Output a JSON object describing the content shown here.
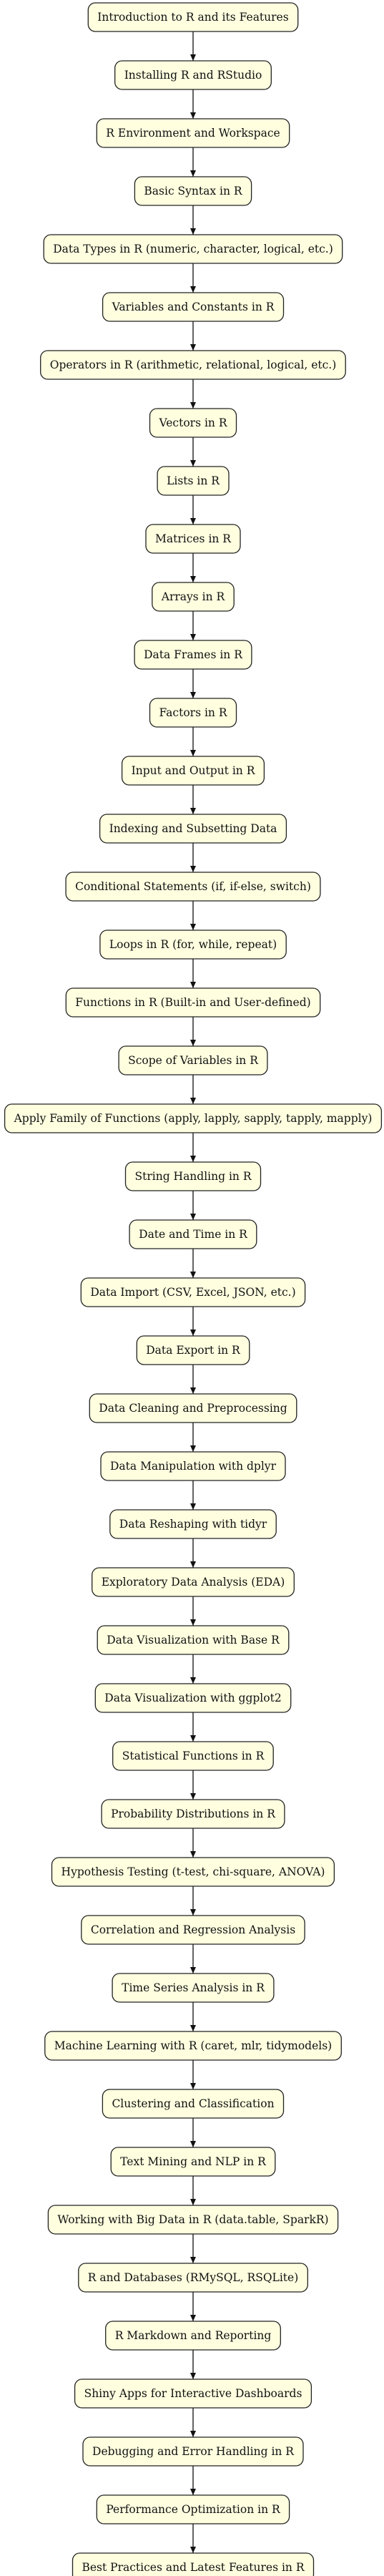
{
  "diagram": {
    "style": {
      "node_fill": "#ffffe0",
      "node_stroke": "#222222",
      "edge_color": "#111111",
      "text_color": "#111111",
      "background": "#ffffff"
    },
    "nodes": [
      "Introduction to R and its Features",
      "Installing R and RStudio",
      "R Environment and Workspace",
      "Basic Syntax in R",
      "Data Types in R (numeric, character, logical, etc.)",
      "Variables and Constants in R",
      "Operators in R (arithmetic, relational, logical, etc.)",
      "Vectors in R",
      "Lists in R",
      "Matrices in R",
      "Arrays in R",
      "Data Frames in R",
      "Factors in R",
      "Input and Output in R",
      "Indexing and Subsetting Data",
      "Conditional Statements (if, if-else, switch)",
      "Loops in R (for, while, repeat)",
      "Functions in R (Built-in and User-defined)",
      "Scope of Variables in R",
      "Apply Family of Functions (apply, lapply, sapply, tapply, mapply)",
      "String Handling in R",
      "Date and Time in R",
      "Data Import (CSV, Excel, JSON, etc.)",
      "Data Export in R",
      "Data Cleaning and Preprocessing",
      "Data Manipulation with dplyr",
      "Data Reshaping with tidyr",
      "Exploratory Data Analysis (EDA)",
      "Data Visualization with Base R",
      "Data Visualization with ggplot2",
      "Statistical Functions in R",
      "Probability Distributions in R",
      "Hypothesis Testing (t-test, chi-square, ANOVA)",
      "Correlation and Regression Analysis",
      "Time Series Analysis in R",
      "Machine Learning with R (caret, mlr, tidymodels)",
      "Clustering and Classification",
      "Text Mining and NLP in R",
      "Working with Big Data in R (data.table, SparkR)",
      "R and Databases (RMySQL, RSQLite)",
      "R Markdown and Reporting",
      "Shiny Apps for Interactive Dashboards",
      "Debugging and Error Handling in R",
      "Performance Optimization in R",
      "Best Practices and Latest Features in R"
    ]
  }
}
